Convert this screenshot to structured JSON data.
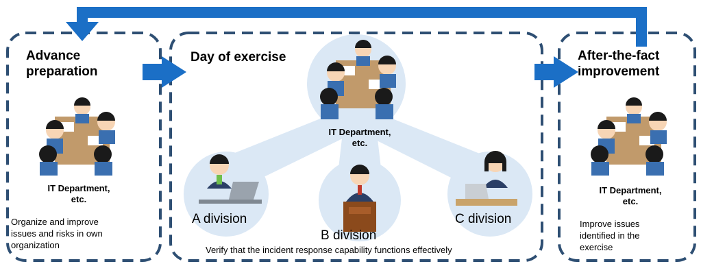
{
  "colors": {
    "border": "#2e4f73",
    "arrow": "#1b6fc6",
    "circle": "#dbe8f5"
  },
  "panels": {
    "advance": {
      "title_line1": "Advance",
      "title_line2": "preparation",
      "dept_line1": "IT Department,",
      "dept_line2": "etc.",
      "desc_lines": [
        "Organize and improve",
        "issues and risks in own",
        "organization"
      ]
    },
    "exercise": {
      "title": "Day of exercise",
      "dept_line1": "IT Department,",
      "dept_line2": "etc.",
      "divisions": [
        "A division",
        "B division",
        "C division"
      ],
      "caption": "Verify that the incident response capability functions effectively"
    },
    "after": {
      "title_line1": "After-the-fact",
      "title_line2": "improvement",
      "dept_line1": "IT Department,",
      "dept_line2": "etc.",
      "desc_lines": [
        "Improve issues",
        "identified in the",
        "exercise"
      ]
    }
  }
}
